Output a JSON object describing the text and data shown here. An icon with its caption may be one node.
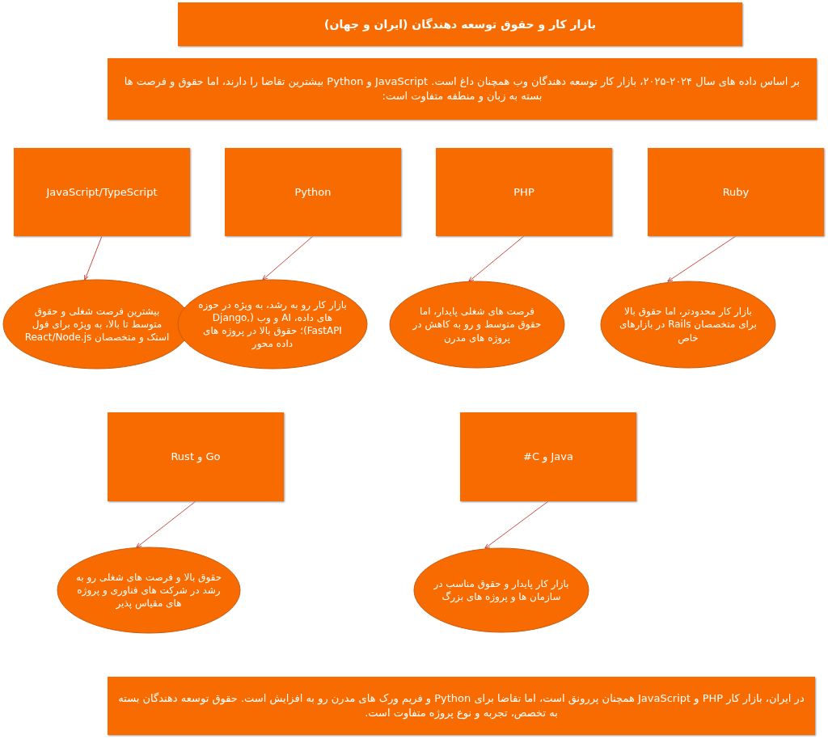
{
  "diagram": {
    "title": "بازار کار و حقوق توسعه دهندگان (ایران و جهان)",
    "nodes": [
      {
        "text": [
          "بر اساس داده های سال ۲۰۲۴-۲۰۲۵، بازار کار توسعه دهندگان وب همچنان داغ است. JavaScript و Python بیشترین تقاضا را دارند، اما حقوق و فرصت ها بسته به زبان و منطقه متفاوت است:"
        ]
      },
      {
        "text": [
          "JavaScript/TypeScript"
        ]
      },
      {
        "text": [
          "Python"
        ]
      },
      {
        "text": [
          "PHP"
        ]
      },
      {
        "text": [
          "Ruby"
        ]
      },
      {
        "text": [
          "بیشترین فرصت شغلی و حقوق متوسط تا بالا، به ویژه برای فول استک و متخصصان React/Node.js"
        ]
      },
      {
        "text": [
          "بازار کار رو به رشد، به ویژه در حوزه های داده، AI و وب (Django, FastAPI)؛ حقوق بالا در پروژه های داده محور"
        ]
      },
      {
        "text": [
          "فرصت های شغلی پایدار، اما حقوق متوسط و رو به کاهش در پروژه های مدرن"
        ]
      },
      {
        "text": [
          "بازار کار محدودتر، اما حقوق بالا برای متخصصان Rails در بازارهای خاص"
        ]
      },
      {
        "text": [
          "Go و Rust"
        ]
      },
      {
        "text": [
          "Java و C#"
        ]
      },
      {
        "text": [
          "حقوق بالا و فرصت های شغلی رو به رشد در شرکت های فناوری و پروژه های مقیاس پذیر"
        ]
      },
      {
        "text": [
          "بازار کار پایدار و حقوق مناسب در سازمان ها و پروژه های بزرگ"
        ]
      },
      {
        "text": [
          "در ایران، بازار کار PHP و JavaScript همچنان پررونق است، اما تقاضا برای Python و فریم ورک های مدرن رو به افزایش است. حقوق توسعه دهندگان بسته به تخصص، تجربه و نوع پروژه متفاوت است."
        ]
      }
    ],
    "edges": [
      {
        "from": 1,
        "to": 5,
        "arrow": "to"
      },
      {
        "from": 2,
        "to": 6,
        "arrow": "to"
      },
      {
        "from": 3,
        "to": 7,
        "arrow": "to"
      },
      {
        "from": 4,
        "to": 8,
        "arrow": "to"
      },
      {
        "from": 9,
        "to": 11,
        "arrow": "to"
      },
      {
        "from": 10,
        "to": 12,
        "arrow": "to"
      }
    ]
  }
}
